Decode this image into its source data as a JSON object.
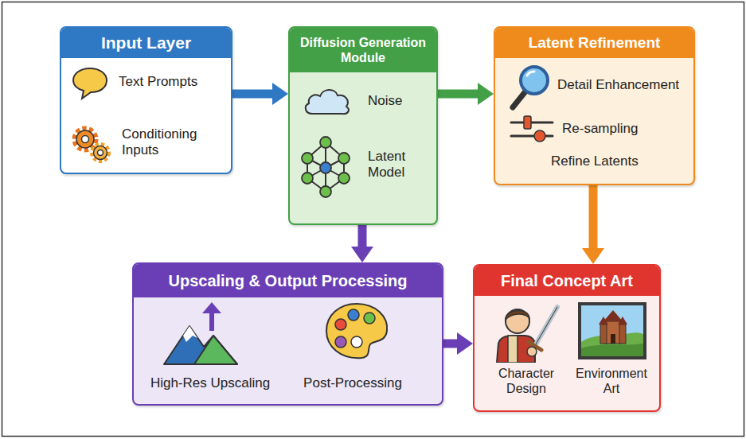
{
  "diagram": {
    "nodes": [
      {
        "text": [
          "Input Layer",
          "Text Prompts",
          "Conditioning Inputs"
        ]
      },
      {
        "text": [
          "Diffusion Generation Module",
          "Noise",
          "Latent Model"
        ]
      },
      {
        "text": [
          "Latent Refinement",
          "Detail Enhancement",
          "Re-sampling",
          "Refine Latents"
        ]
      },
      {
        "text": [
          "Upscaling & Output Processing",
          "High-Res Upscaling",
          "Post-Processing"
        ]
      },
      {
        "text": [
          "Final Concept Art",
          "Character Design",
          "Environment Art"
        ]
      }
    ],
    "edges": [
      {
        "from": 0,
        "to": 1,
        "arrow": "to"
      },
      {
        "from": 1,
        "to": 2,
        "arrow": "to"
      },
      {
        "from": 1,
        "to": 3,
        "arrow": "to"
      },
      {
        "from": 2,
        "to": 4,
        "arrow": "to"
      },
      {
        "from": 3,
        "to": 4,
        "arrow": "to"
      }
    ]
  }
}
